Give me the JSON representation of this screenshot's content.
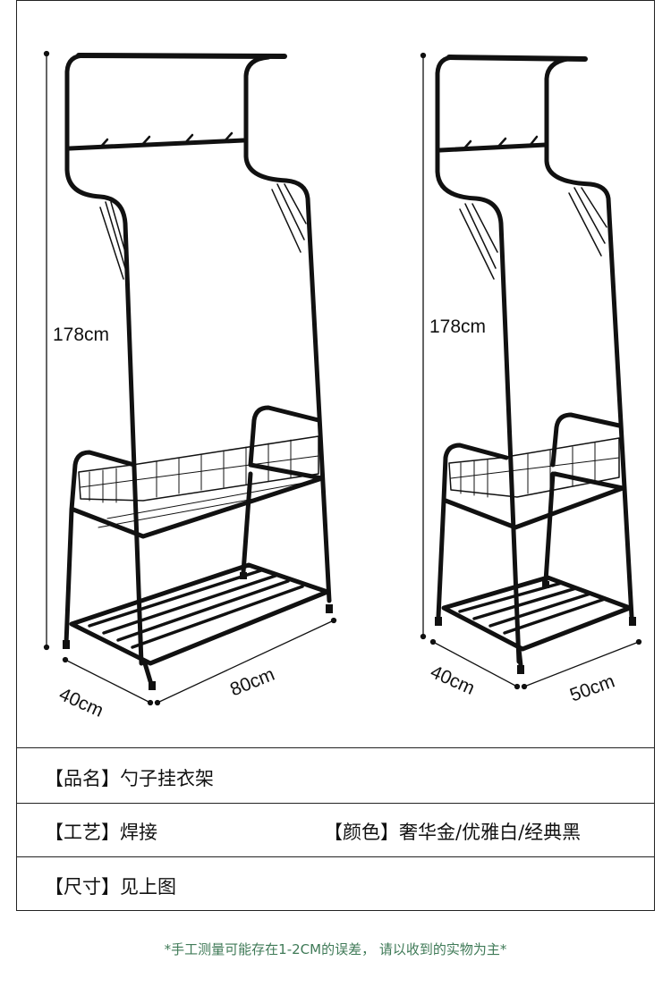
{
  "dimensions": {
    "left_height": "178cm",
    "left_depth": "40cm",
    "left_width": "80cm",
    "right_height": "178cm",
    "right_depth": "40cm",
    "right_width": "50cm"
  },
  "specs": {
    "name_label": "【品名】",
    "name_value": "勺子挂衣架",
    "craft_label": "【工艺】",
    "craft_value": "焊接",
    "color_label": "【颜色】",
    "color_value": "奢华金/优雅白/经典黑",
    "size_label": "【尺寸】",
    "size_value": "见上图"
  },
  "footnote": "*手工测量可能存在1-2CM的误差， 请以收到的实物为主*",
  "colors": {
    "frame": "#111111",
    "footnote": "#3f7a57"
  }
}
